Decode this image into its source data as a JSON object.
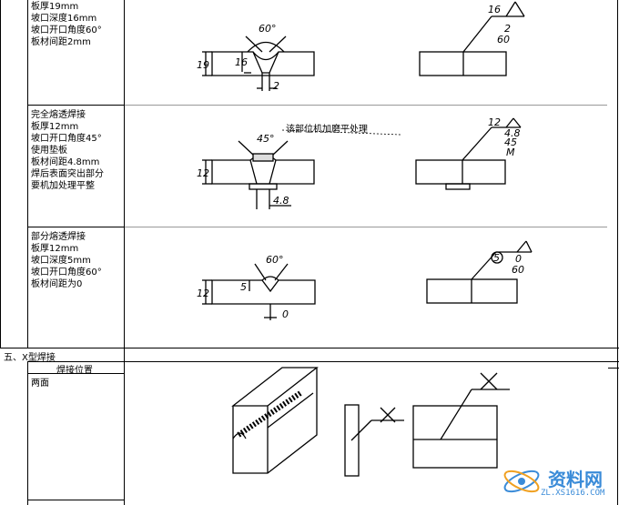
{
  "rows": [
    {
      "lines": [
        "板厚19mm",
        "坡口深度16mm",
        "坡口开口角度60°",
        "板材间距2mm"
      ]
    },
    {
      "lines": [
        "完全熔透焊接",
        "板厚12mm",
        "坡口开口角度45°",
        "使用垫板",
        "板材间距4.8mm",
        "焊后表面突出部分",
        "要机加处理平整"
      ]
    },
    {
      "lines": [
        "部分熔透焊接",
        "板厚12mm",
        "坡口深度5mm",
        "坡口开口角度60°",
        "板材间距为0"
      ]
    }
  ],
  "note": "该部位机加磨平处理",
  "section": {
    "title": "五、X型焊接",
    "column_header": "焊接位置",
    "row_label": "两面"
  },
  "drawing_labels": {
    "row1": {
      "angle": "60°",
      "thickness": "19",
      "depth": "16",
      "gap": "2",
      "sym_depth": "16",
      "sym_gap": "2",
      "sym_angle": "60"
    },
    "row2": {
      "angle": "45°",
      "thickness": "12",
      "gap": "4.8",
      "sym_t": "12",
      "sym_gap": "4.8",
      "sym_angle": "45",
      "sym_m": "M"
    },
    "row3": {
      "angle": "60°",
      "thickness": "12",
      "depth": "5",
      "gap": "0",
      "sym_depth": "5",
      "sym_gap": "0",
      "sym_angle": "60"
    }
  },
  "watermark": {
    "title": "资料网",
    "url": "ZL.XS1616.COM"
  }
}
